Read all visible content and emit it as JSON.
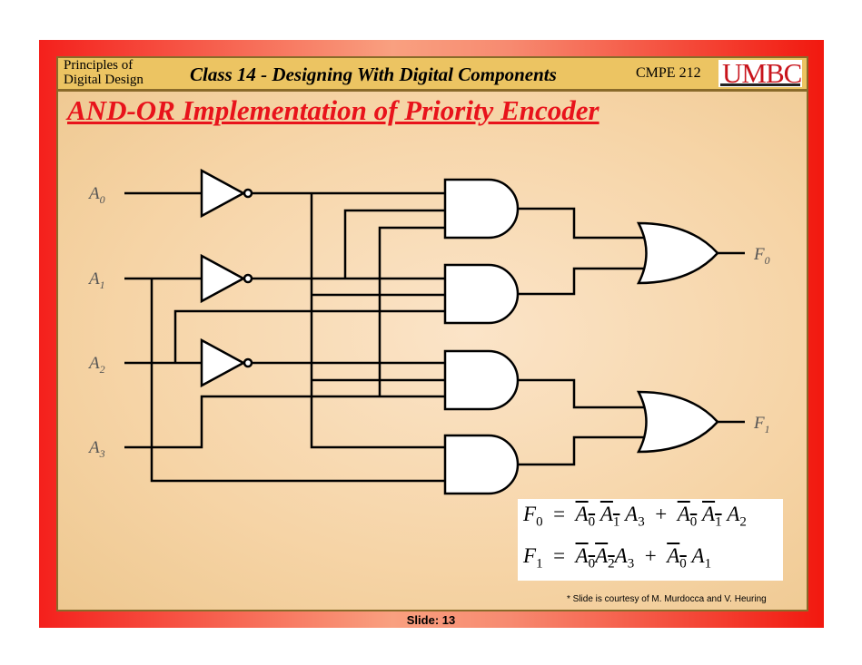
{
  "header": {
    "course": "Principles of Digital Design",
    "course_line1": "Principles of",
    "course_line2": "Digital Design",
    "class_title": "Class 14 - Designing With Digital Components",
    "course_code": "CMPE 212",
    "logo": "UMBC"
  },
  "slide_title": "AND-OR Implementation of Priority Encoder",
  "circuit": {
    "inputs": [
      "A",
      "A",
      "A",
      "A"
    ],
    "input_subs": [
      "0",
      "1",
      "2",
      "3"
    ],
    "outputs": [
      "F",
      "F"
    ],
    "output_subs": [
      "0",
      "1"
    ]
  },
  "equations": {
    "f0": {
      "lhs": "F",
      "lhs_sub": "0",
      "eq": "=",
      "t1a": "A",
      "t1a_s": "0",
      "t1b": "A",
      "t1b_s": "1",
      "t1c": "A",
      "t1c_s": "3",
      "plus": "+",
      "t2a": "A",
      "t2a_s": "0",
      "t2b": "A",
      "t2b_s": "1",
      "t2c": "A",
      "t2c_s": "2"
    },
    "f1": {
      "lhs": "F",
      "lhs_sub": "1",
      "eq": "=",
      "t1a": "A",
      "t1a_s": "0",
      "t1b": "A",
      "t1b_s": "2",
      "t1c": "A",
      "t1c_s": "3",
      "plus": "+",
      "t2a": "A",
      "t2a_s": "0",
      "t2b": "A",
      "t2b_s": "1"
    }
  },
  "credit": "* Slide is courtesy of  M. Murdocca and V. Heuring",
  "footer": {
    "slide_number": "Slide: 13"
  }
}
